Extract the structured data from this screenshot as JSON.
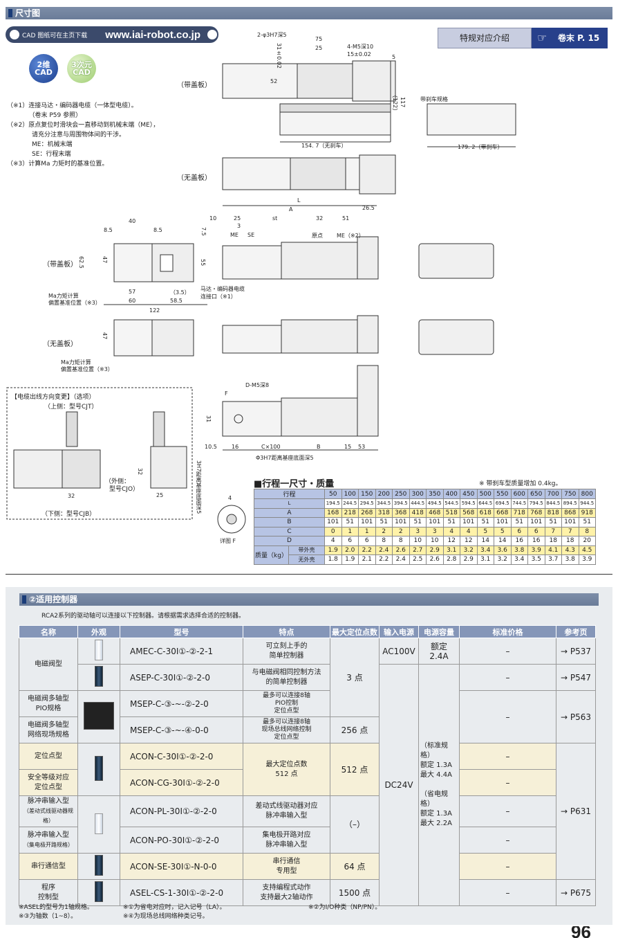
{
  "header": {
    "title": "尺寸图"
  },
  "cad": {
    "download_text": "CAD 图纸可在主页下载",
    "url": "www.iai-robot.co.jp",
    "badge_2d": "2维\nCAD",
    "badge_3d": "3次元\nCAD"
  },
  "reference": {
    "label": "特规对应介绍",
    "link": "卷末 P. 15"
  },
  "notes": [
    "（※1）连接马达・编码器电缆（一体型电缆）。",
    "　　　　（卷末 P59 参照）",
    "（※2）原点复位时滑块会一直移动到机械末端（ME），",
    "　　　　请充分注意与周围物体间的干涉。",
    "　　　　ME：机械末端",
    "　　　　SE：行程末端",
    "（※3）计算Ma 力矩时的基准位置。"
  ],
  "drawing_labels": {
    "cover_top": "（带盖板）",
    "no_cover_top": "（无盖板）",
    "cover_side": "（带盖板）",
    "no_cover_side": "（无盖板）",
    "brake_spec": "带刹车规格",
    "len_no_brake": "154. 7（无刹车）",
    "len_brake": "179. 2（带刹车）",
    "motor_connector": "马达・编码器电缆",
    "connector_port": "连接口（※1）",
    "ma_ref1": "Ma力矩计算",
    "ma_ref2": "偏置基准位置（※3）",
    "cable_box_title": "【电缆出线方向变更】（选项）",
    "cable_up": "（上侧：型号CJT）",
    "cable_out1": "（外侧：",
    "cable_out2": "型号CJO）",
    "cable_down": "（下侧：型号CJB）",
    "hole_depth": "3H7距离基座底面深5",
    "hole_d": "D-M5深8",
    "hole_phi": "Φ3H7距离基座底面深5",
    "detail_f": "详图 F",
    "f_mark": "F",
    "dims": [
      "2-φ3H7深5",
      "75",
      "25",
      "4-M5深10",
      "15±0.02",
      "31±0.02",
      "52",
      "117",
      "（122）",
      "5",
      "L",
      "A",
      "26.5",
      "10",
      "25",
      "st",
      "32",
      "51",
      "3",
      "ME",
      "SE",
      "原点",
      "ME（※2）",
      "40",
      "8.5",
      "8.5",
      "7.5",
      "62.5",
      "47",
      "55",
      "57",
      "60",
      "（3.5）",
      "58.5",
      "122",
      "47",
      "31",
      "10.5",
      "16",
      "C×100",
      "B",
      "15",
      "53",
      "32",
      "25",
      "32",
      "4"
    ]
  },
  "stroke_table": {
    "title": "■行程一尺寸・质量",
    "note": "※ 带刹车型质量增加 0.4kg。",
    "header_label": "行程",
    "strokes": [
      "50",
      "100",
      "150",
      "200",
      "250",
      "300",
      "350",
      "400",
      "450",
      "500",
      "550",
      "600",
      "650",
      "700",
      "750",
      "800"
    ],
    "rows": [
      {
        "label": "L",
        "values": [
          "194.5",
          "244.5",
          "294.5",
          "344.5",
          "394.5",
          "444.5",
          "494.5",
          "544.5",
          "594.5",
          "644.5",
          "694.5",
          "744.5",
          "794.5",
          "844.5",
          "894.5",
          "944.5"
        ]
      },
      {
        "label": "A",
        "values": [
          "168",
          "218",
          "268",
          "318",
          "368",
          "418",
          "468",
          "518",
          "568",
          "618",
          "668",
          "718",
          "768",
          "818",
          "868",
          "918"
        ]
      },
      {
        "label": "B",
        "values": [
          "101",
          "51",
          "101",
          "51",
          "101",
          "51",
          "101",
          "51",
          "101",
          "51",
          "101",
          "51",
          "101",
          "51",
          "101",
          "51"
        ]
      },
      {
        "label": "C",
        "values": [
          "0",
          "1",
          "1",
          "2",
          "2",
          "3",
          "3",
          "4",
          "4",
          "5",
          "5",
          "6",
          "6",
          "7",
          "7",
          "8"
        ]
      },
      {
        "label": "D",
        "values": [
          "4",
          "6",
          "6",
          "8",
          "8",
          "10",
          "10",
          "12",
          "12",
          "14",
          "14",
          "16",
          "16",
          "18",
          "18",
          "20"
        ]
      }
    ],
    "mass_label": "质量（kg）",
    "mass_rows": [
      {
        "label": "带外壳",
        "values": [
          "1.9",
          "2.0",
          "2.2",
          "2.4",
          "2.6",
          "2.7",
          "2.9",
          "3.1",
          "3.2",
          "3.4",
          "3.6",
          "3.8",
          "3.9",
          "4.1",
          "4.3",
          "4.5"
        ]
      },
      {
        "label": "无外壳",
        "values": [
          "1.8",
          "1.9",
          "2.1",
          "2.2",
          "2.4",
          "2.5",
          "2.6",
          "2.8",
          "2.9",
          "3.1",
          "3.2",
          "3.4",
          "3.5",
          "3.7",
          "3.8",
          "3.9"
        ]
      }
    ]
  },
  "controllers": {
    "title": "②适用控制器",
    "intro": "RCA2系列的驱动轴可以连接以下控制器。请根据需求选择合适的控制器。",
    "headers": [
      "名称",
      "外观",
      "型号",
      "特点",
      "最大定位点数",
      "输入电源",
      "电源容量",
      "标准价格",
      "参考页"
    ],
    "rows": [
      {
        "name": "电磁阀型",
        "model": "AMEC-C-30I①-②-2-1",
        "feature": "可立刻上手的\n简单控制器",
        "points": "3 点",
        "input": "AC100V",
        "capacity": "额定 2.4A",
        "price": "–",
        "page": "→ P537"
      },
      {
        "model": "ASEP-C-30I①-②-2-0",
        "feature": "与电磁阀相同控制方法\n的简单控制器",
        "price": "–",
        "page": "→ P547"
      },
      {
        "name": "电磁阀多轴型\nPIO规格",
        "model": "MSEP-C-③-~-②-2-0",
        "feature": "最多可以连接8轴\nPIO控制\n定位点型",
        "price": "–",
        "page": "→ P563"
      },
      {
        "name": "电磁阀多轴型\n网络现场规格",
        "model": "MSEP-C-③-~-④-0-0",
        "feature": "最多可以连接8轴\n现场总线网络控制\n定位点型",
        "points": "256 点"
      },
      {
        "name": "定位点型",
        "model": "ACON-C-30I①-②-2-0",
        "feature": "最大定位点数\n512 点",
        "points": "512 点",
        "input": "DC24V",
        "capacity": "（标准规格）\n额定 1.3A\n最大 4.4A\n\n（省电规格）\n额定 1.3A\n最大 2.2A",
        "price": "–",
        "page": "→ P631"
      },
      {
        "name": "安全等级对应\n定位点型",
        "model": "ACON-CG-30I①-②-2-0",
        "price": "–"
      },
      {
        "name": "脉冲串输入型",
        "name_sub": "（差动式线驱动器规格）",
        "model": "ACON-PL-30I①-②-2-0",
        "feature": "差动式线驱动器对应\n脉冲串输入型",
        "points": "（–）",
        "price": "–"
      },
      {
        "name": "脉冲串输入型",
        "name_sub": "（集电极开路规格）",
        "model": "ACON-PO-30I①-②-2-0",
        "feature": "集电极开路对应\n脉冲串输入型",
        "price": "–"
      },
      {
        "name": "串行通信型",
        "model": "ACON-SE-30I①-N-0-0",
        "feature": "串行通信\n专用型",
        "points": "64 点",
        "price": "–"
      },
      {
        "name": "程序\n控制型",
        "model": "ASEL-CS-1-30I①-②-2-0",
        "feature": "支持编程式动作\n支持最大2轴动作",
        "points": "1500 点",
        "price": "–",
        "page": "→ P675"
      }
    ],
    "footnotes": [
      "※ASEL的型号为1轴规格。",
      "※③为轴数（1~8）。",
      "※①为省电对应时，记入记号（LA）。",
      "※④为现场总线网络种类记号。",
      "※②为I/O种类（NP/PN）。"
    ]
  },
  "page_number": "96"
}
